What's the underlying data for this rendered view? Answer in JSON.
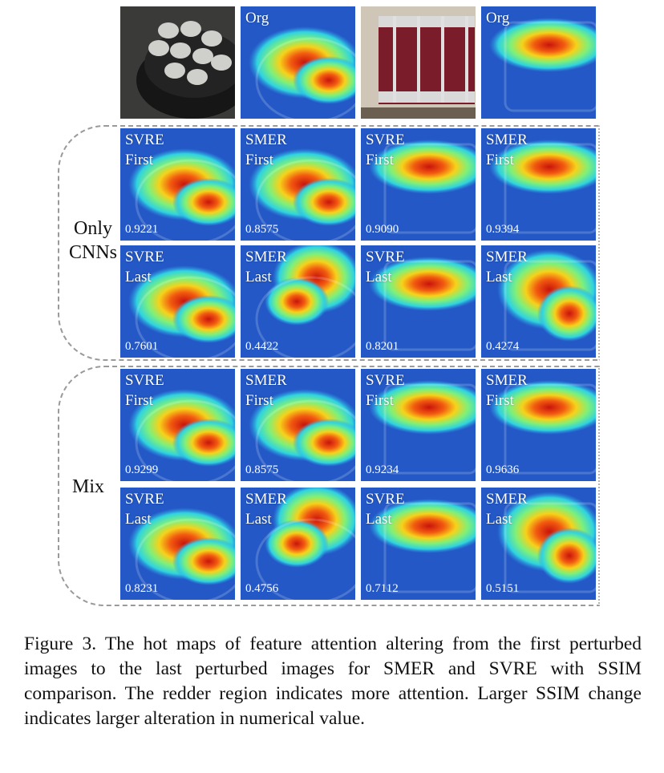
{
  "header_row": {
    "tiles": [
      {
        "kind": "photo_pot",
        "label": ""
      },
      {
        "kind": "heat_pot_org",
        "label": "Org"
      },
      {
        "kind": "photo_drum",
        "label": ""
      },
      {
        "kind": "heat_drum_org",
        "label": "Org"
      }
    ]
  },
  "groups": [
    {
      "label_line1": "Only",
      "label_line2": "CNNs",
      "rows": [
        {
          "tiles": [
            {
              "method": "SVRE",
              "stage": "First",
              "ssim": "0.9221",
              "image": "pot"
            },
            {
              "method": "SMER",
              "stage": "First",
              "ssim": "0.8575",
              "image": "pot"
            },
            {
              "method": "SVRE",
              "stage": "First",
              "ssim": "0.9090",
              "image": "drum"
            },
            {
              "method": "SMER",
              "stage": "First",
              "ssim": "0.9394",
              "image": "drum"
            }
          ]
        },
        {
          "tiles": [
            {
              "method": "SVRE",
              "stage": "Last",
              "ssim": "0.7601",
              "image": "pot"
            },
            {
              "method": "SMER",
              "stage": "Last",
              "ssim": "0.4422",
              "image": "pot"
            },
            {
              "method": "SVRE",
              "stage": "Last",
              "ssim": "0.8201",
              "image": "drum"
            },
            {
              "method": "SMER",
              "stage": "Last",
              "ssim": "0.4274",
              "image": "drum"
            }
          ]
        }
      ]
    },
    {
      "label_line1": "Mix",
      "label_line2": "",
      "rows": [
        {
          "tiles": [
            {
              "method": "SVRE",
              "stage": "First",
              "ssim": "0.9299",
              "image": "pot"
            },
            {
              "method": "SMER",
              "stage": "First",
              "ssim": "0.8575",
              "image": "pot"
            },
            {
              "method": "SVRE",
              "stage": "First",
              "ssim": "0.9234",
              "image": "drum"
            },
            {
              "method": "SMER",
              "stage": "First",
              "ssim": "0.9636",
              "image": "drum"
            }
          ]
        },
        {
          "tiles": [
            {
              "method": "SVRE",
              "stage": "Last",
              "ssim": "0.8231",
              "image": "pot"
            },
            {
              "method": "SMER",
              "stage": "Last",
              "ssim": "0.4756",
              "image": "pot"
            },
            {
              "method": "SVRE",
              "stage": "Last",
              "ssim": "0.7112",
              "image": "drum"
            },
            {
              "method": "SMER",
              "stage": "Last",
              "ssim": "0.5151",
              "image": "drum"
            }
          ]
        }
      ]
    }
  ],
  "caption": "Figure 3.  The hot maps of feature attention altering from the first perturbed images to the last perturbed images for SMER and SVRE with SSIM comparison. The redder region indicates more attention. Larger SSIM change indicates larger alteration in numerical value.",
  "colors": {
    "heat_low": "#1a2fb0",
    "heat_mid": "#2fd3e0",
    "heat_high": "#d81e10"
  }
}
